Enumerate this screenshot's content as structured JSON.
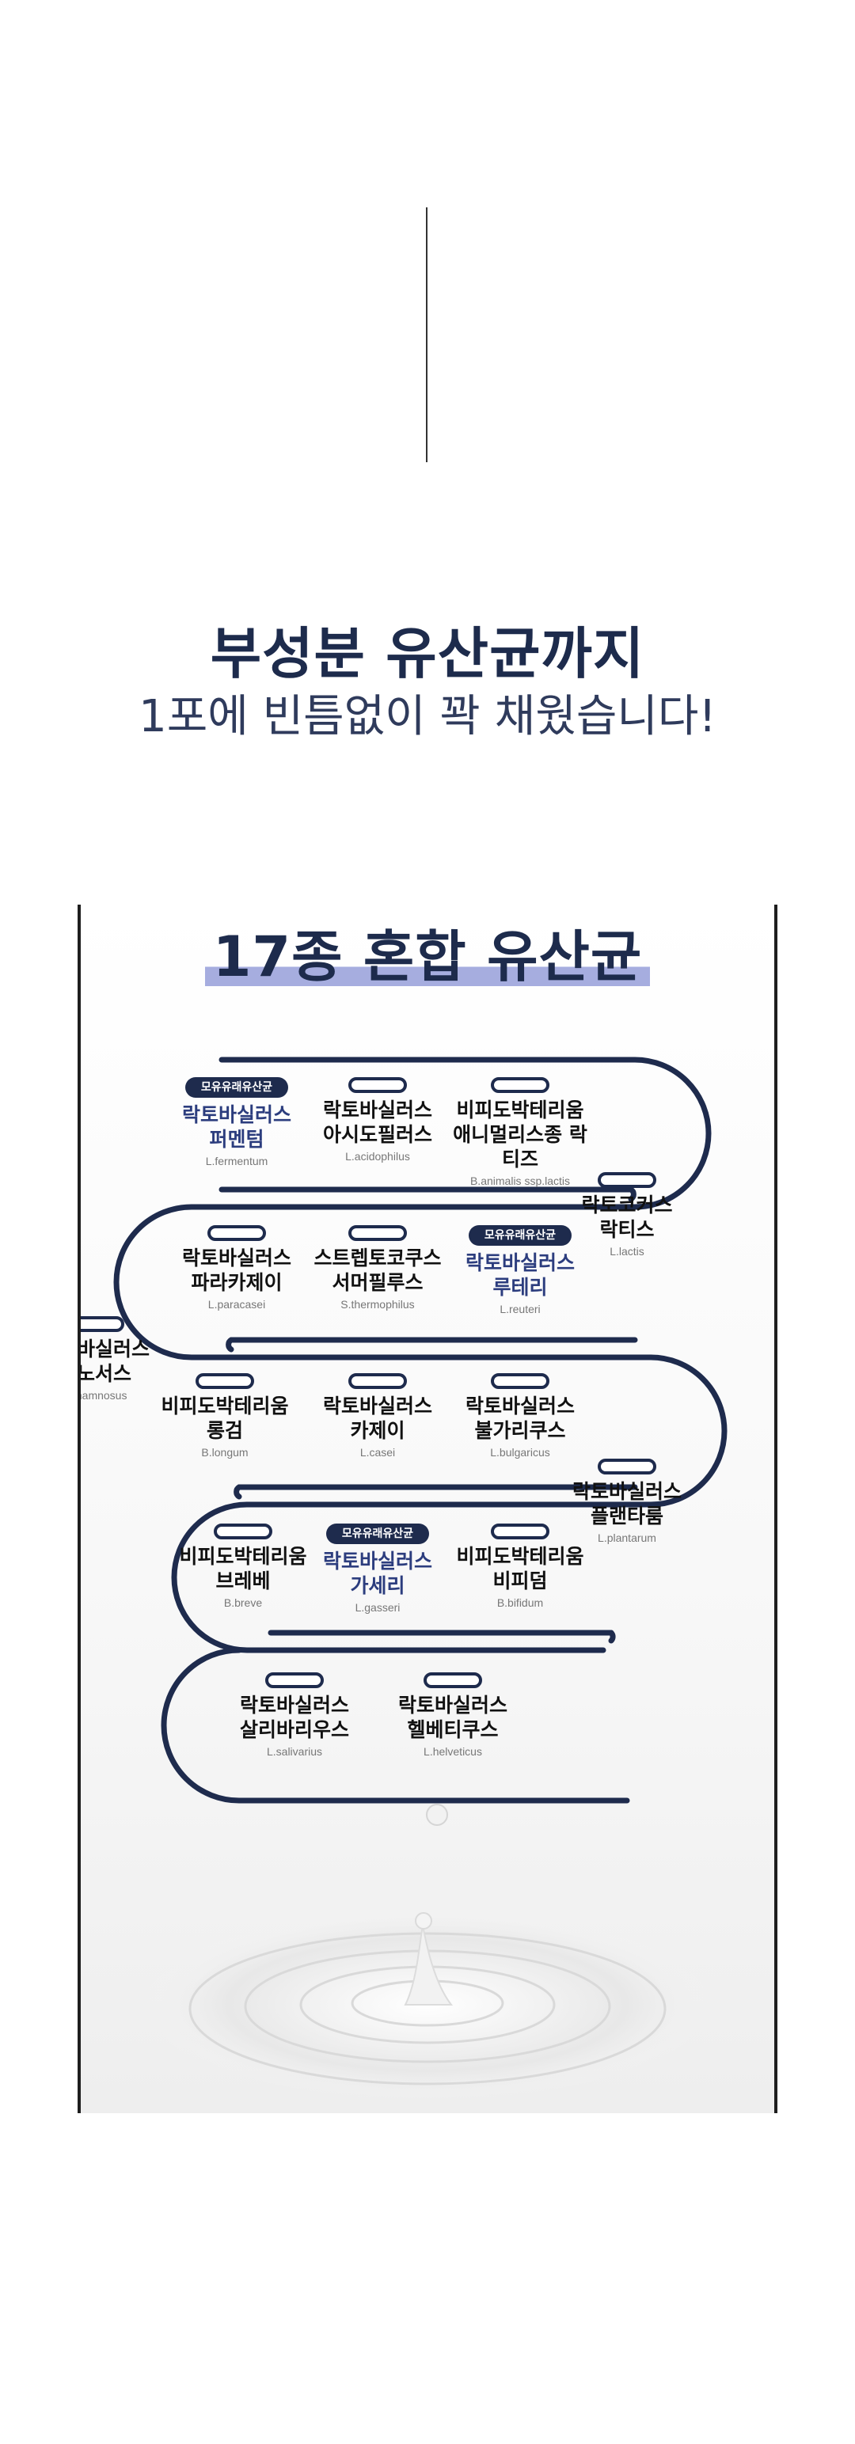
{
  "headline": {
    "title": "부성분 유산균까지",
    "subtitle": "1포에 빈틈없이 꽉 채웠습니다!"
  },
  "panel": {
    "title": "17종 혼합 유산균",
    "badge_label": "모유유래유산균"
  },
  "strains": [
    {
      "name": "락토바실러스\n퍼멘텀",
      "latin": "L.fermentum",
      "badge": true
    },
    {
      "name": "락토바실러스\n아시도필러스",
      "latin": "L.acidophilus",
      "badge": false
    },
    {
      "name": "비피도박테리움\n애니멀리스종 락티즈",
      "latin": "B.animalis ssp.lactis",
      "badge": false
    },
    {
      "name": "락토코커스\n락티스",
      "latin": "L.lactis",
      "badge": false
    },
    {
      "name": "락토바실러스\n파라카제이",
      "latin": "L.paracasei",
      "badge": false
    },
    {
      "name": "스트렙토코쿠스\n서머필루스",
      "latin": "S.thermophilus",
      "badge": false
    },
    {
      "name": "락토바실러스\n루테리",
      "latin": "L.reuteri",
      "badge": true
    },
    {
      "name": "락토바실러스\n람노서스",
      "latin": "L.rhamnosus",
      "badge": false
    },
    {
      "name": "비피도박테리움\n롱검",
      "latin": "B.longum",
      "badge": false
    },
    {
      "name": "락토바실러스\n카제이",
      "latin": "L.casei",
      "badge": false
    },
    {
      "name": "락토바실러스\n불가리쿠스",
      "latin": "L.bulgaricus",
      "badge": false
    },
    {
      "name": "락토바실러스\n플랜타룸",
      "latin": "L.plantarum",
      "badge": false
    },
    {
      "name": "비피도박테리움\n브레베",
      "latin": "B.breve",
      "badge": false
    },
    {
      "name": "락토바실러스\n가세리",
      "latin": "L.gasseri",
      "badge": true
    },
    {
      "name": "비피도박테리움\n비피덤",
      "latin": "B.bifidum",
      "badge": false
    },
    {
      "name": "락토바실러스\n살리바리우스",
      "latin": "L.salivarius",
      "badge": false
    },
    {
      "name": "락토바실러스\n헬베티쿠스",
      "latin": "L.helveticus",
      "badge": false
    }
  ],
  "colors": {
    "navy": "#1e2b4d",
    "highlight": "#a6addf",
    "badge_text": "#ffffff"
  }
}
